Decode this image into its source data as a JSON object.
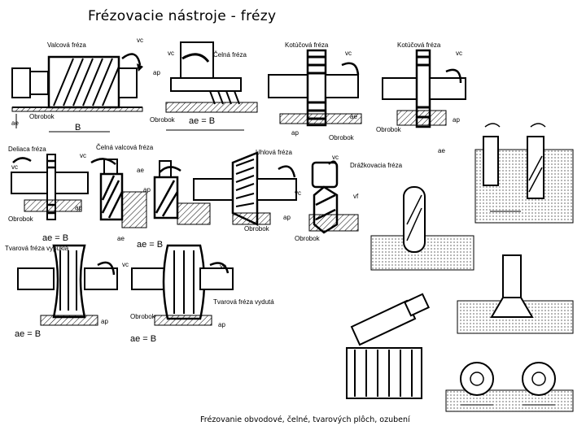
{
  "title": "Frézovacie nástroje - frézy",
  "caption": "Frézovanie obvodové, čelné, tvarových plôch, ozubení",
  "labels": {
    "valcova_freza": "Valcová fréza",
    "celna_freza": "Čelná fréza",
    "kotucova_freza_1": "Kotúčová fréza",
    "kotucova_freza_2": "Kotúčová fréza",
    "deliaca_freza": "Deliaca fréza",
    "celna_valcova_freza": "Čelná valcová fréza",
    "uhlova_freza": "Uhlová fréza",
    "drazkovacia_freza": "Drážkovacia fréza",
    "tvarova_vypukla": "Tvarová fréza vypuklá",
    "tvarova_vydutа": "Tvarová fréza vydutá",
    "obrobok": "Obrobok",
    "vc": "vc",
    "vf": "vf",
    "ap": "ap",
    "ae": "ae",
    "B": "B",
    "ae_B": "ae = B"
  }
}
